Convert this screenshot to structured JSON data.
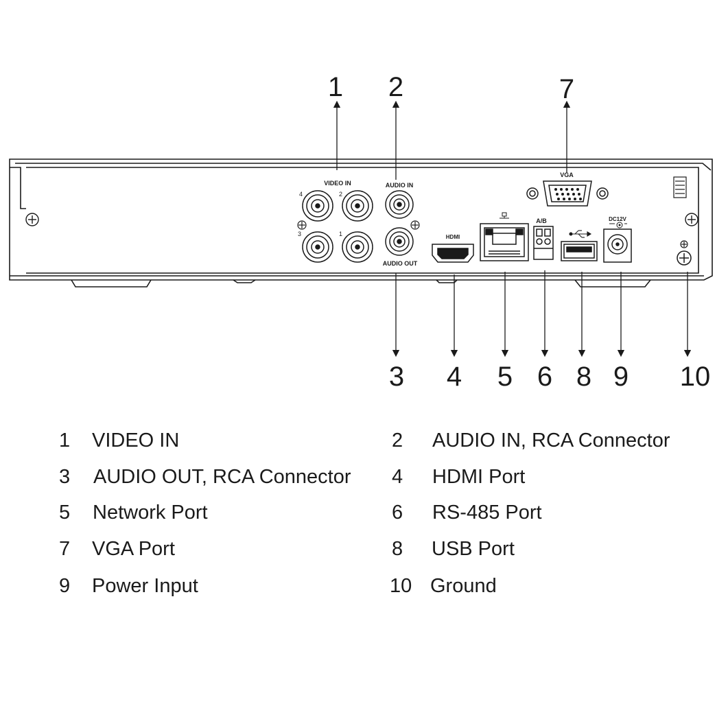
{
  "callouts": [
    "1",
    "2",
    "3",
    "4",
    "5",
    "6",
    "7",
    "8",
    "9",
    "10"
  ],
  "panel_labels": {
    "video_in": "VIDEO IN",
    "audio_in": "AUDIO IN",
    "audio_out": "AUDIO OUT",
    "vga": "VGA",
    "hdmi": "HDMI",
    "ab": "A/B",
    "dc12v": "DC12V",
    "bnc_4": "4",
    "bnc_2": "2",
    "bnc_3": "3",
    "bnc_1": "1"
  },
  "legend": [
    {
      "number": "1",
      "label": "VIDEO IN"
    },
    {
      "number": "2",
      "label": "AUDIO IN, RCA Connector"
    },
    {
      "number": "3",
      "label": "AUDIO OUT, RCA Connector"
    },
    {
      "number": "4",
      "label": "HDMI Port"
    },
    {
      "number": "5",
      "label": "Network Port"
    },
    {
      "number": "6",
      "label": "RS-485 Port"
    },
    {
      "number": "7",
      "label": "VGA Port"
    },
    {
      "number": "8",
      "label": "USB Port"
    },
    {
      "number": "9",
      "label": "Power Input"
    },
    {
      "number": "10",
      "label": "Ground"
    }
  ]
}
